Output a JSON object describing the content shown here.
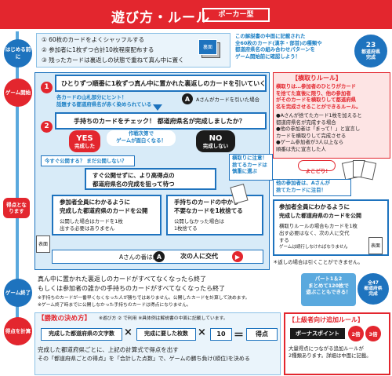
{
  "header": {
    "title": "遊び方・ルール",
    "tag": "ポーカー型"
  },
  "colors": {
    "red": "#e3262e",
    "blue": "#1e73be",
    "lightblue": "#cfe6f7",
    "pink": "#fde4e4",
    "yellow": "#fff3b0"
  },
  "prep": {
    "pill": "はじめる前に",
    "lines": [
      "① 60枚のカードをよくシャッフルする",
      "② 参加者に1枚ずつ合計10枚程度配布する",
      "③ 残ったカードは裏返しの状態で重ねて真ん中に置く"
    ],
    "card_label": "裏面",
    "note": [
      "この解説書の中面に記載された",
      "全60枚のカード(漢字・部首)の種類や",
      "都道府県名の組み合わせパターンを",
      "ゲーム開始前に確認しよう！"
    ],
    "badge": [
      "23",
      "都道府県",
      "完成"
    ]
  },
  "game": {
    "pill": "ゲーム開始",
    "step1": "ひとりずつ順番に1枚ずつ真ん中に置かれた裏返しのカードを引いていく",
    "hint": [
      "各カードの山札部分にヒント！",
      "話題する都道府県名が赤く染められている"
    ],
    "player_a": "Aさんがカードを引いた場合",
    "step2": "手持ちのカードをチェック！ 都道府県名が完成しましたか？",
    "strategy": [
      "作戦次第で",
      "ゲームが面白くなる！"
    ],
    "yes": "YES",
    "yes_sub": "完成した",
    "no": "NO",
    "no_sub": "完成しない",
    "publish_q": "今すぐ公開する？ まだ公開しない？",
    "wait": [
      "すぐ公開せずに、より高得点の",
      "都道府県名の完成を狙って待つ"
    ],
    "points_pill": "得点となります",
    "publish": [
      "参加者全員にわかるように",
      "完成した都道府県のカードを公開"
    ],
    "publish_note": [
      "公開した場合はカードを1枚",
      "出する必要はありません"
    ],
    "discard": [
      "手持ちのカードの中から",
      "不要なカードを1枚捨てる"
    ],
    "discard_note": [
      "公開しなかった場合は",
      "1枚捨てる"
    ],
    "card_front": "表面",
    "end_a": "Aさんの番は終了",
    "next": "次の人に交代"
  },
  "side_rule": {
    "title": "【横取りルール】",
    "lines": [
      "横取りは…参加者のひとりがカード",
      "を捨てた直後に限り、他の参加者",
      "がそのカードを横取りして都道府県",
      "名を完成させることができるルール。"
    ],
    "bullets": [
      "●Aさんが捨てたカード1枚を加えると",
      "都道府県名が完成する場合",
      "●他の参加者は「まって！」と宣言し",
      "カードを横取りして完成させる",
      "●ゲーム参加者が3人以上なら",
      "順番は先に宣言した人"
    ],
    "callout1": [
      "横取りに注意！",
      "捨てるカードは",
      "慎重に選ぶ"
    ],
    "yokodori": "よこどり!",
    "callout2": [
      "他の参加者は、Aさんが",
      "捨てたカードに注目！"
    ],
    "publish": [
      "参加者全員にわかるように",
      "完成した都道府県のカードを公開"
    ],
    "publish_note": [
      "横取りルールの場合もカードを1枚",
      "出す必要はなく、次の人に交代",
      "する",
      "ゲームは続行しなければなりません"
    ],
    "card_front": "表面",
    "return_note": "＊返しの場合は引くことができません。"
  },
  "end": {
    "pill": "ゲーム終了",
    "lines": [
      "真ん中に置かれた裏返しのカードがすべてなくなったら終了",
      "もしくは参加者の誰かの手持ちのカードがすべてなくなったら終了"
    ],
    "notes": [
      "※手持ちのカードが一番早くなくなった人が勝ちではありません。公開したカードを計算して決めます。",
      "※ゲーム終了時までに公開しなかった手持ちのカードは得点になりません。"
    ],
    "badge_text": [
      "パート1＆2",
      "まとめて120枚で",
      "遊ぶこともできる！"
    ],
    "badge_circle": [
      "全47",
      "都道府県",
      "完成"
    ]
  },
  "score": {
    "pill": "得点を計算",
    "title": "【勝敗の決め方】",
    "note": "※遊び方 ② で利用 ※具体例は解説書の中面に記載しています。",
    "formula": [
      "完成した都道府県の文字数",
      "×",
      "完成に要した枚数",
      "×",
      "10",
      "＝",
      "得点"
    ],
    "lines": [
      "完成した都道府県ごとに、上記の計算式で得点を出す",
      "その「都道府県ごとの得点」を「合計した点数」で、ゲームの勝ち負け(順位)を決める"
    ]
  },
  "advanced": {
    "title": "【上級者向け追加ルール】",
    "bonus": "ボーナスポイント",
    "b2": "2倍",
    "b3": "3倍",
    "lines": [
      "大量得点につながる追加ルールが",
      "2種類あります。詳細は中面に記載。"
    ]
  }
}
